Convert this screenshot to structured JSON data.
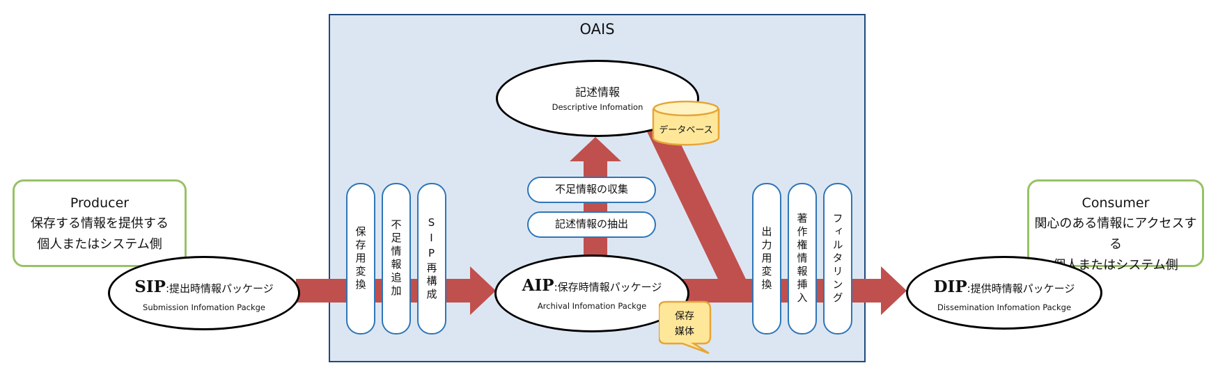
{
  "oais": {
    "label": "OAIS"
  },
  "producer": {
    "title": "Producer",
    "line1": "保存する情報を提供する",
    "line2": "個人またはシステム側"
  },
  "consumer": {
    "title": "Consumer",
    "line1": "関心のある情報にアクセスする",
    "line2": "個人またはシステム側"
  },
  "sip": {
    "abbr": "SIP",
    "label": ":提出時情報パッケージ",
    "sub": "Submission Infomation Packge"
  },
  "aip": {
    "abbr": "AIP",
    "label": ":保存時情報パッケージ",
    "sub": "Archival Infomation Packge"
  },
  "dip": {
    "abbr": "DIP",
    "label": ":提供時情報パッケージ",
    "sub": "Dissemination Infomation Packge"
  },
  "descriptive": {
    "label": "記述情報",
    "sub": "Descriptive Infomation"
  },
  "database": {
    "label": "データベース"
  },
  "storage_media": {
    "line1": "保存",
    "line2": "媒体"
  },
  "ingest_steps": [
    "保存用変換",
    "不足情報追加",
    "SIP再構成"
  ],
  "access_steps": [
    "出力用変換",
    "著作権情報挿入",
    "フィルタリング"
  ],
  "extract_steps": [
    "不足情報の収集",
    "記述情報の抽出"
  ],
  "colors": {
    "arrow": "#c0504d",
    "pill_border": "#2e75b6",
    "oais_fill": "#dce6f2",
    "oais_border": "#1f497d",
    "green_border": "#98c166",
    "db_fill": "#ffe79a",
    "db_border": "#e6a537"
  }
}
